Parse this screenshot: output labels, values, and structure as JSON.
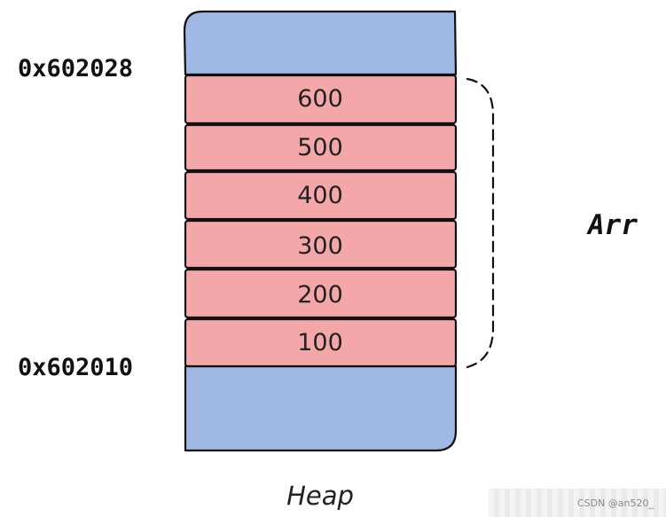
{
  "diagram": {
    "top_address": "0x602028",
    "bottom_address": "0x602010",
    "array_label": "Arr",
    "heap_label": "Heap",
    "cells": [
      "600",
      "500",
      "400",
      "300",
      "200",
      "100"
    ]
  },
  "colors": {
    "heap_fill": "#9fb8e4",
    "array_fill": "#f4a7a8",
    "stroke": "#111111"
  },
  "watermark": "CSDN @an520_"
}
